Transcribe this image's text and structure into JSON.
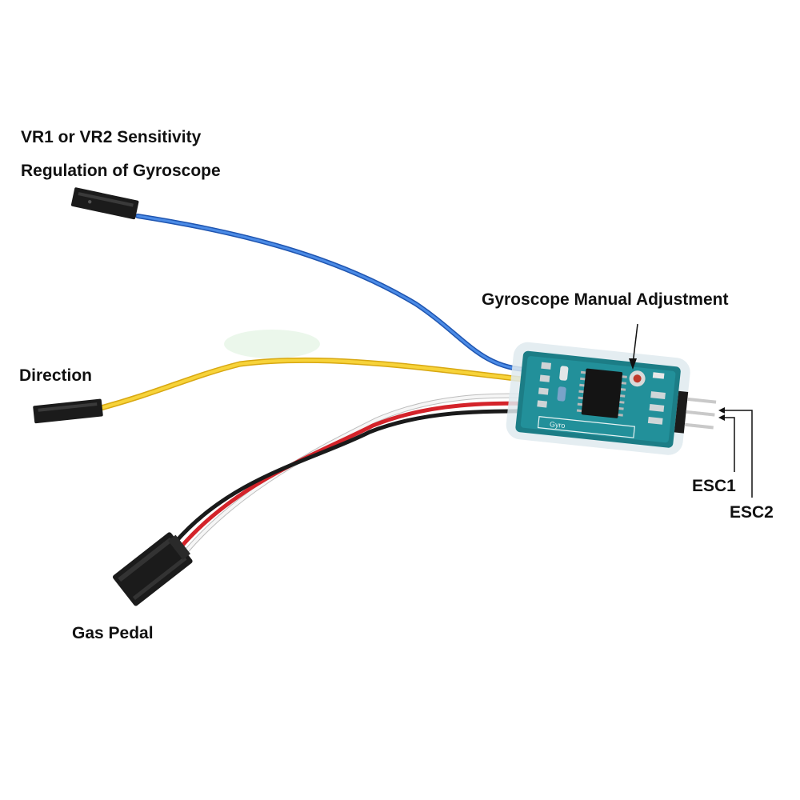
{
  "labels": {
    "sensitivity_line1": "VR1 or VR2 Sensitivity",
    "sensitivity_line2": "Regulation of Gyroscope",
    "manual_adjustment": "Gyroscope Manual Adjustment",
    "direction": "Direction",
    "esc1": "ESC1",
    "esc2": "ESC2",
    "gas_pedal": "Gas Pedal"
  },
  "board_silkscreen": "Gyro",
  "colors": {
    "pcb": "#1c7d86",
    "wire_blue": "#2f6fd0",
    "wire_yellow": "#f2c81e",
    "wire_red": "#d4232a",
    "wire_black": "#1a1a1a",
    "wire_white": "#f4f4f4",
    "connector": "#1b1b1b",
    "pin": "#c9c9c9"
  }
}
